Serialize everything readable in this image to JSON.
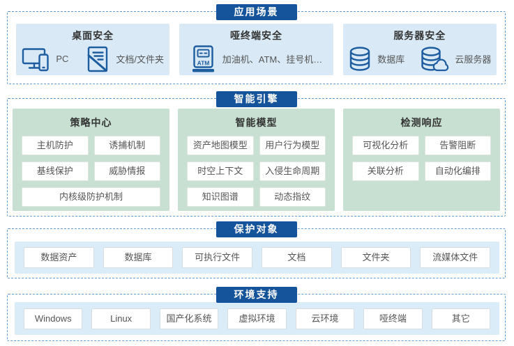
{
  "colors": {
    "header_bg": "#15549b",
    "scene_card_bg": "#d9eaf6",
    "engine_panel_bg": "#c7e0d2",
    "band_bg": "#d9ecf7",
    "icon_blue": "#1d5c9f",
    "dashed_border": "#5f9bd2"
  },
  "sections": [
    {
      "title": "应用场景",
      "cards": [
        {
          "title": "桌面安全",
          "items": [
            {
              "icon": "pc-icon",
              "label": "PC"
            },
            {
              "icon": "document-folder-icon",
              "label": "文档/文件夹"
            }
          ]
        },
        {
          "title": "哑终端安全",
          "items": [
            {
              "icon": "atm-icon",
              "label": "加油机、ATM、挂号机…"
            }
          ]
        },
        {
          "title": "服务器安全",
          "items": [
            {
              "icon": "database-icon",
              "label": "数据库"
            },
            {
              "icon": "cloud-server-icon",
              "label": "云服务器"
            }
          ]
        }
      ]
    },
    {
      "title": "智能引擎",
      "panels": [
        {
          "title": "策略中心",
          "boxes": [
            "主机防护",
            "诱捕机制",
            "基线保护",
            "威胁情报",
            "内核级防护机制"
          ]
        },
        {
          "title": "智能模型",
          "boxes": [
            "资产地图模型",
            "用户行为模型",
            "时空上下文",
            "入侵生命周期",
            "知识图谱",
            "动态指纹"
          ]
        },
        {
          "title": "检测响应",
          "boxes": [
            "可视化分析",
            "告警阻断",
            "关联分析",
            "自动化编排"
          ]
        }
      ]
    },
    {
      "title": "保护对象",
      "boxes": [
        "数据资产",
        "数据库",
        "可执行文件",
        "文档",
        "文件夹",
        "流媒体文件"
      ]
    },
    {
      "title": "环境支持",
      "boxes": [
        "Windows",
        "Linux",
        "国产化系统",
        "虚拟环境",
        "云环境",
        "哑终端",
        "其它"
      ]
    }
  ]
}
